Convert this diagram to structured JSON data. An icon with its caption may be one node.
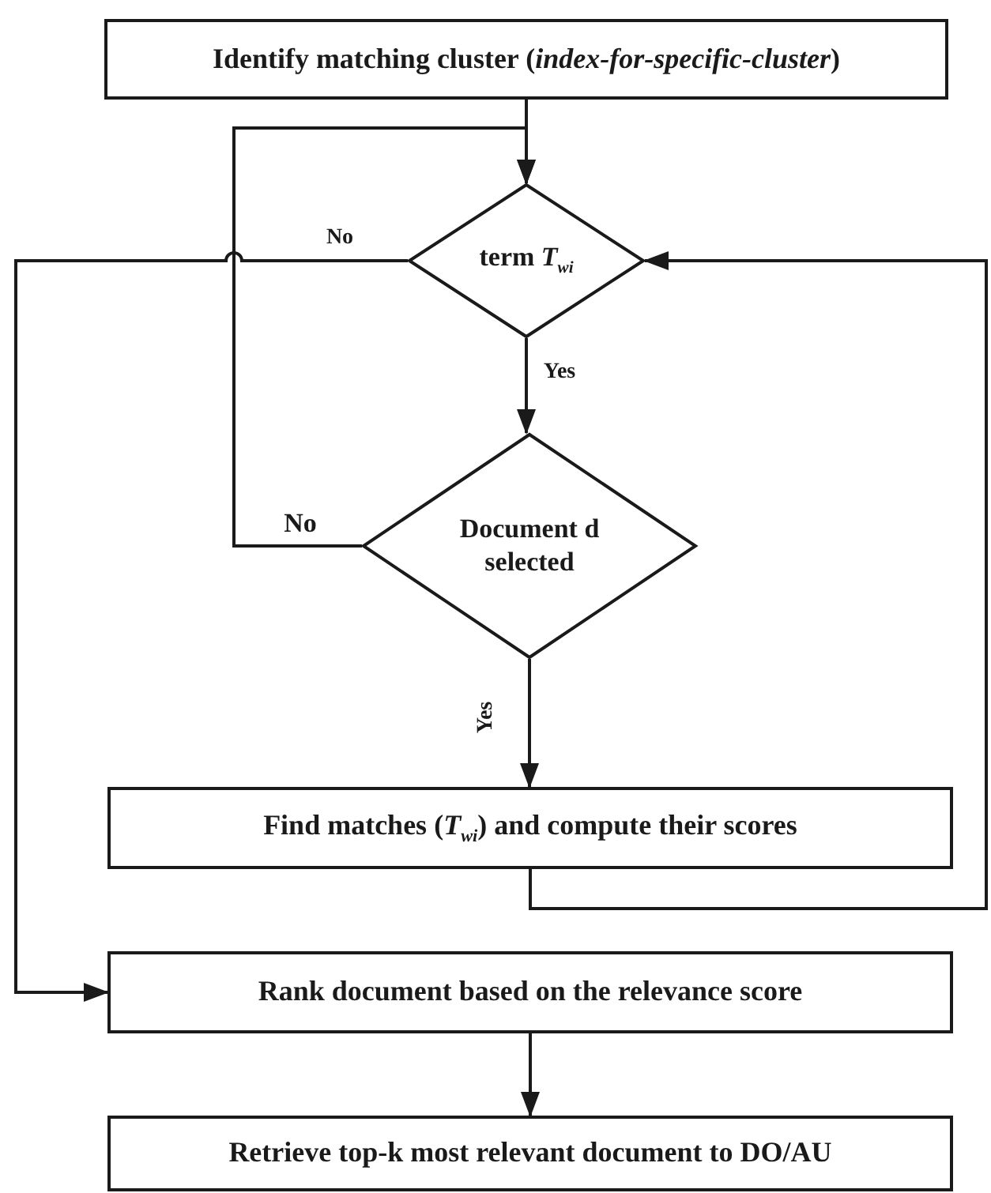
{
  "diagram": {
    "nodes": [
      {
        "text": [
          "Identify matching cluster (*index-for-specific-cluster*)"
        ]
      },
      {
        "text": [
          "term *T*$_{wi}$"
        ]
      },
      {
        "text": [
          "Document d selected"
        ]
      },
      {
        "text": [
          "Find matches (*T*$_{wi}$) and compute their scores"
        ]
      },
      {
        "text": [
          "Rank document based on the relevance score"
        ]
      },
      {
        "text": [
          "Retrieve top-k most relevant document to DO/AU"
        ]
      }
    ],
    "edges": [
      {
        "from": 0,
        "to": 1,
        "arrow": "to"
      },
      {
        "from": 1,
        "to": 2,
        "arrow": "to",
        "label": "Yes"
      },
      {
        "from": 2,
        "to": 1,
        "arrow": "to",
        "label": "No"
      },
      {
        "from": 1,
        "to": 4,
        "arrow": "to",
        "label": "No"
      },
      {
        "from": 2,
        "to": 3,
        "arrow": "to",
        "label": "Yes"
      },
      {
        "from": 3,
        "to": 1,
        "arrow": "to"
      },
      {
        "from": 4,
        "to": 5,
        "arrow": "to"
      }
    ]
  }
}
